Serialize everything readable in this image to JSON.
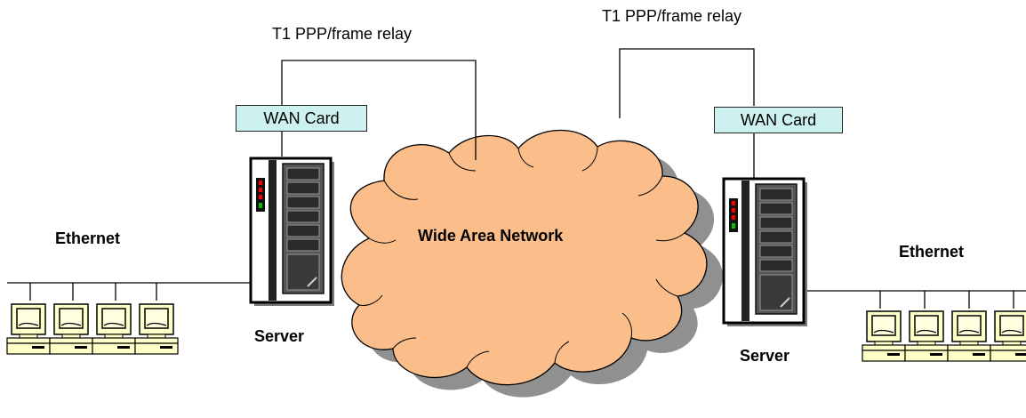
{
  "links": {
    "left_label": "T1 PPP/frame relay",
    "right_label": "T1 PPP/frame relay"
  },
  "left_site": {
    "wan_card": "WAN Card",
    "server": "Server",
    "lan": "Ethernet",
    "workstation_count": 4
  },
  "right_site": {
    "wan_card": "WAN Card",
    "server": "Server",
    "lan": "Ethernet",
    "workstation_count": 4
  },
  "cloud": {
    "label": "Wide Area Network"
  },
  "colors": {
    "cloud_fill": "#fbbe8a",
    "cloud_shadow": "#909090",
    "wan_card_fill": "#ccf1ef",
    "led_red": "#ff0000",
    "led_green": "#00c000",
    "line": "#000000"
  }
}
